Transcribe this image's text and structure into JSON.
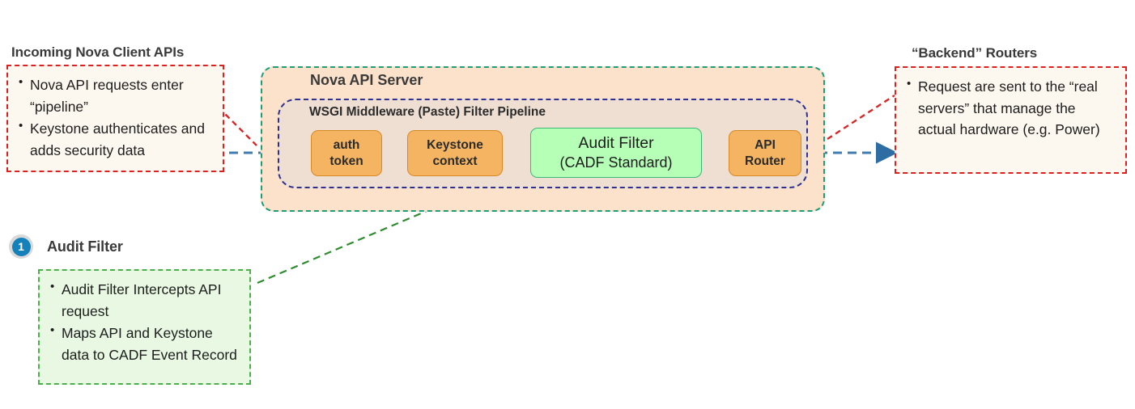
{
  "diagram": {
    "title": "Nova API Server audit filter pipeline",
    "colors": {
      "server_border": "#1C9E7A",
      "server_fill": "#FCE2CA",
      "wsgi_border": "#2E3192",
      "wsgi_fill": "#EEDFD2",
      "node_orange": "#F5B461",
      "node_green": "#B6FFB6",
      "note_red": "#E02020",
      "note_green": "#4BAF4B",
      "arrow_blue": "#3E7CB1",
      "badge_blue": "#1481BA"
    }
  },
  "left_callout": {
    "heading": "Incoming Nova Client  APIs",
    "bullets": [
      "Nova API requests enter “pipeline”",
      "Keystone authenticates and adds security data"
    ]
  },
  "right_callout": {
    "heading": "“Backend” Routers",
    "bullets": [
      "Request are sent to the “real servers” that manage the actual hardware (e.g. Power)"
    ]
  },
  "bottom_callout": {
    "badge_number": "1",
    "heading": "Audit Filter",
    "bullets": [
      "Audit Filter Intercepts API request",
      "Maps API and Keystone data to CADF Event Record"
    ]
  },
  "server": {
    "title": "Nova API Server",
    "wsgi_title": "WSGI Middleware (Paste) Filter Pipeline",
    "nodes": [
      {
        "id": "auth-token",
        "line1": "auth",
        "line2": "token",
        "style": "orange"
      },
      {
        "id": "keystone-context",
        "line1": "Keystone",
        "line2": "context",
        "style": "orange"
      },
      {
        "id": "audit-filter",
        "line1": "Audit Filter",
        "line2": "(CADF Standard)",
        "style": "green"
      },
      {
        "id": "api-router",
        "line1": "API",
        "line2": "Router",
        "style": "orange"
      }
    ]
  }
}
